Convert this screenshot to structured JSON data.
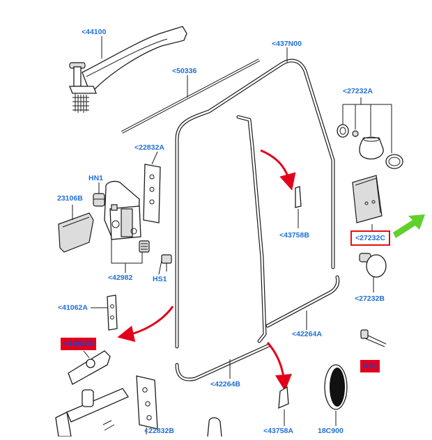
{
  "labels": {
    "l44100": "<44100",
    "l437n00": "<437N00",
    "l50336": "<50336",
    "l27232a": "<27232A",
    "l22832a": "<22832A",
    "lhn1": "HN1",
    "l23106b": "23106B",
    "l43758b_top": "<43758B",
    "l27232c": "<27232C",
    "l42982": "<42982",
    "lhs1": "HS1",
    "l27232b": "<27232B",
    "l41062a": "<41062A",
    "l42264a": "<42264A",
    "l41062b": "<41062B",
    "lhs1_red": "HS1",
    "l42264b": "<42264B",
    "l22832b": "<22832B",
    "l43758a": "<43758A",
    "l18c900": "18C900"
  },
  "colors": {
    "label_blue": "#1f6fd6",
    "highlight_red": "#e3001b",
    "pointer_green": "#5fd12a",
    "arrow_red": "#e3001b"
  },
  "icons": {
    "green_pointer": "arrow-pointer-icon",
    "red_curved_arrows": "curved-arrow-icon"
  }
}
